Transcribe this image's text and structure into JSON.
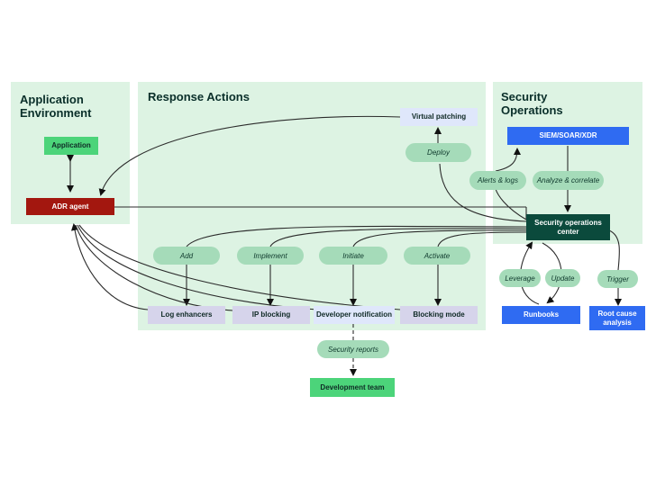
{
  "panels": {
    "app_env": "Application Environment",
    "response": "Response Actions",
    "secops": "Security Operations"
  },
  "nodes": {
    "application": "Application",
    "adr_agent": "ADR agent",
    "virtual_patching": "Virtual patching",
    "siem": "SIEM/SOAR/XDR",
    "soc": "Security operations center",
    "log_enhancers": "Log enhancers",
    "ip_blocking": "IP blocking",
    "dev_notification": "Developer notification",
    "blocking_mode": "Blocking mode",
    "runbooks": "Runbooks",
    "rca": "Root cause analysis",
    "dev_team": "Development team"
  },
  "labels": {
    "deploy": "Deploy",
    "alerts_logs": "Alerts & logs",
    "analyze": "Analyze & correlate",
    "add": "Add",
    "implement": "Implement",
    "initiate": "Initiate",
    "activate": "Activate",
    "leverage": "Leverage",
    "update": "Update",
    "trigger": "Trigger",
    "security_reports": "Security reports"
  },
  "colors": {
    "panel_bg": "#ddf3e3",
    "pill_bg": "#a5dbb9",
    "adr_red": "#a3170f",
    "soc_dark": "#0b4a3c",
    "blue": "#2f6bf2",
    "green_node": "#4cd47a",
    "lavender": "#d6d4eb",
    "light_blue": "#dfe7fb"
  }
}
